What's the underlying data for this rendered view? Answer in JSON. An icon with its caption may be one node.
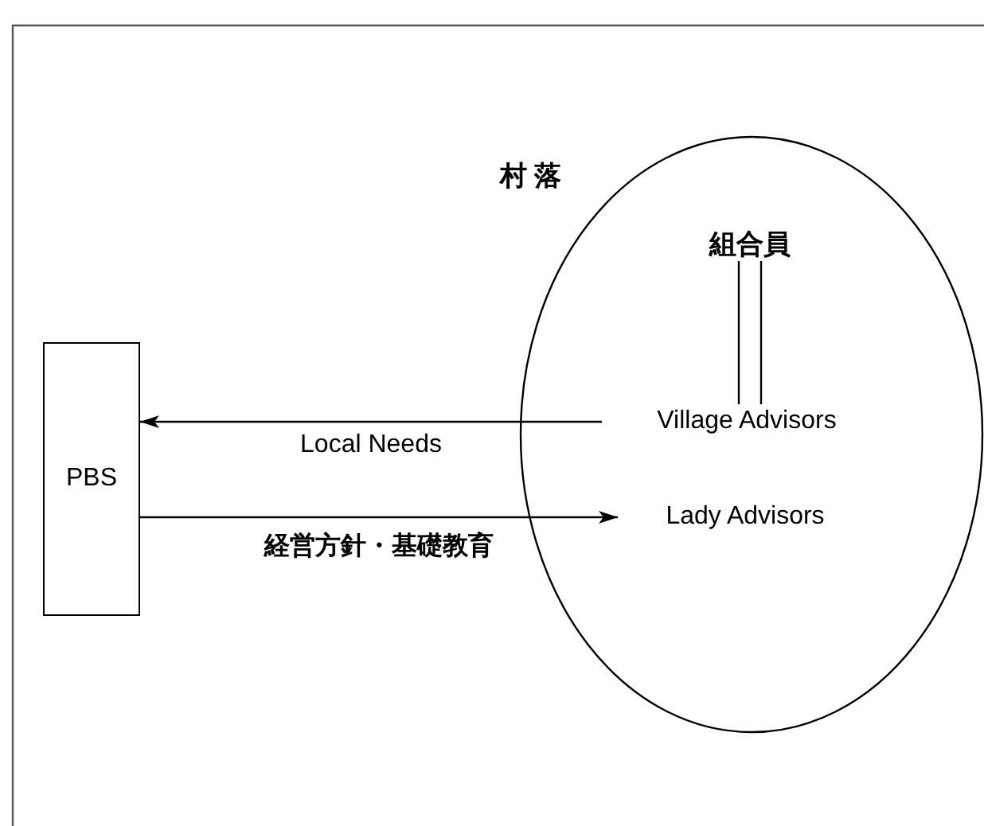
{
  "diagram": {
    "nodes": [
      {
        "text": [
          "村 落"
        ]
      },
      {
        "text": [
          "組合員"
        ],
        "in": 0
      },
      {
        "text": [
          "Village Advisors"
        ],
        "in": 0
      },
      {
        "text": [
          "Lady Advisors"
        ],
        "in": 0
      },
      {
        "text": [
          "PBS"
        ]
      }
    ],
    "edges": [
      {
        "from": 1,
        "to": 2,
        "arrow": "none"
      },
      {
        "from": 2,
        "to": 4,
        "arrow": "to",
        "label": "Local Needs"
      },
      {
        "from": 4,
        "to": 3,
        "arrow": "to",
        "label": "経営方針・基礎教育"
      }
    ]
  }
}
